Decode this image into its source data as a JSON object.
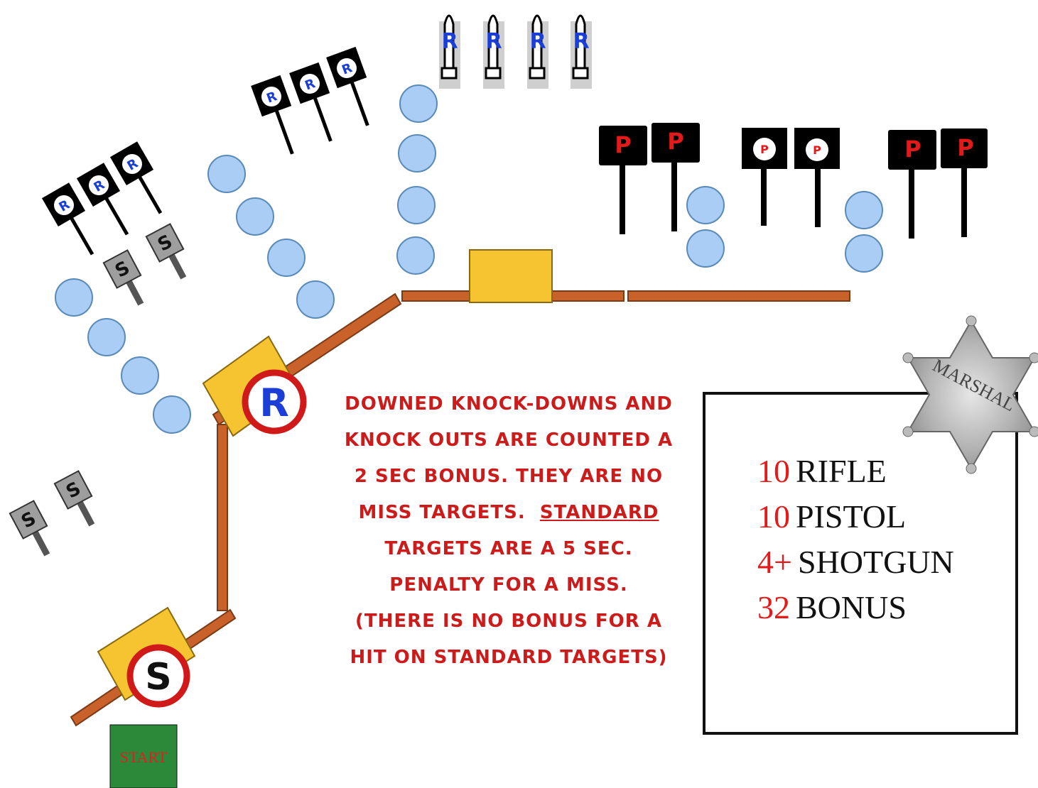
{
  "stations": {
    "rifle": "R",
    "shotgun": "S"
  },
  "start_label": "START",
  "target_letters": {
    "rifle": "R",
    "pistol": "P",
    "shotgun": "S"
  },
  "badge_text": "MARSHAL",
  "note": {
    "line1": "DOWNED KNOCK-DOWNS AND",
    "line2": "KNOCK OUTS ARE COUNTED A",
    "line3": "2 SEC BONUS. THEY ARE NO",
    "line4a": "MISS TARGETS.",
    "line4b": "STANDARD",
    "line5": "TARGETS ARE A 5 SEC.",
    "line6": "PENALTY FOR A MISS.",
    "line7": "(THERE IS NO BONUS FOR A",
    "line8": "HIT ON  STANDARD TARGETS)"
  },
  "round_counts": [
    {
      "count": "10",
      "label": "RIFLE"
    },
    {
      "count": "10",
      "label": "PISTOL"
    },
    {
      "count": "4+",
      "label": "SHOTGUN"
    },
    {
      "count": "32",
      "label": "BONUS"
    }
  ],
  "colors": {
    "knockdown": "#a9cdf5",
    "barricade": "#c8622a",
    "table": "#f7c431",
    "station_ring": "#d01919",
    "rifle_letter": "#1b3fd6",
    "pistol_letter": "#e41a1a",
    "start_box": "#2b8a3a",
    "note_text": "#cc1b1b"
  }
}
